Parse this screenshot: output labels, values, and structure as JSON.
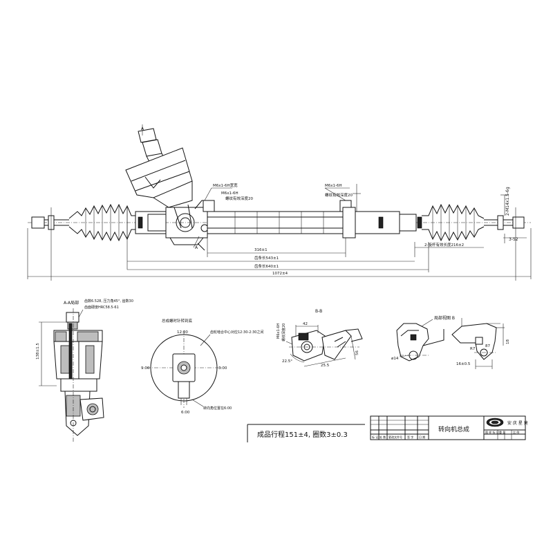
{
  "labels": {
    "section_a_mark": "A",
    "section_a_arrow": "A",
    "thread_left": "M6x1-6H宽宽",
    "thread_left_2": "M6x1-6H",
    "thread_left_note": "螺纹有效深度20",
    "thread_right": "M6x1-6H",
    "thread_right_note": "螺纹有效深度20",
    "right_thread_vertical": "2-M14x1.5-6g",
    "dim_right_small": "3-52",
    "dim_316": "316±1",
    "dim_stroke_note": "2-旋杆有效长度216±2",
    "dim_543": "齿条长543±1",
    "dim_640": "齿条长640±1",
    "dim_1072": "1072±4",
    "section_aa_title": "A-A局部",
    "note_line1": "齿数6.528, 压力角45°, 齿数30",
    "note_line2": "齿面硬度HRC58.5-61",
    "dim_left_vertical": "138±1.5",
    "clock_title": "总成螺时针转到底",
    "clock_12": "12:00",
    "clock_9": "9:00",
    "clock_3": "3:00",
    "clock_6": "6:00",
    "clock_note": "齿轮啮合中心对应12:30-2:30之间",
    "clock_bottom_note": "转向角位置在6:00",
    "bb_title": "B-B",
    "bb_vertical_note": "M6x1-6H",
    "bb_vertical_note2": "螺纹深度20",
    "bb_dim_42": "42",
    "bb_dim_angle": "22.5°",
    "bb_dim_25": "25.5",
    "bb_dim_d": "56",
    "detail_title": "局部视图 B",
    "detail_dim_14": "ø14",
    "detail_dim_16": "16±0.5",
    "detail_dim_18": "18",
    "detail_dim_angle": "87",
    "detail_dim_r": "R7",
    "spec_text": "成品行程151±4, 圈数3±0.3",
    "title_name": "转向机总成",
    "company_name": "安 庆 星 莫",
    "tb_cell_1": "标 记",
    "tb_cell_2": "处 数",
    "tb_cell_3": "更改文件号",
    "tb_cell_4": "签 字",
    "tb_cell_5": "日 期",
    "tb_cell_6": "图 样 标 记",
    "tb_cell_7": "重 量",
    "tb_cell_8": "比 例"
  }
}
